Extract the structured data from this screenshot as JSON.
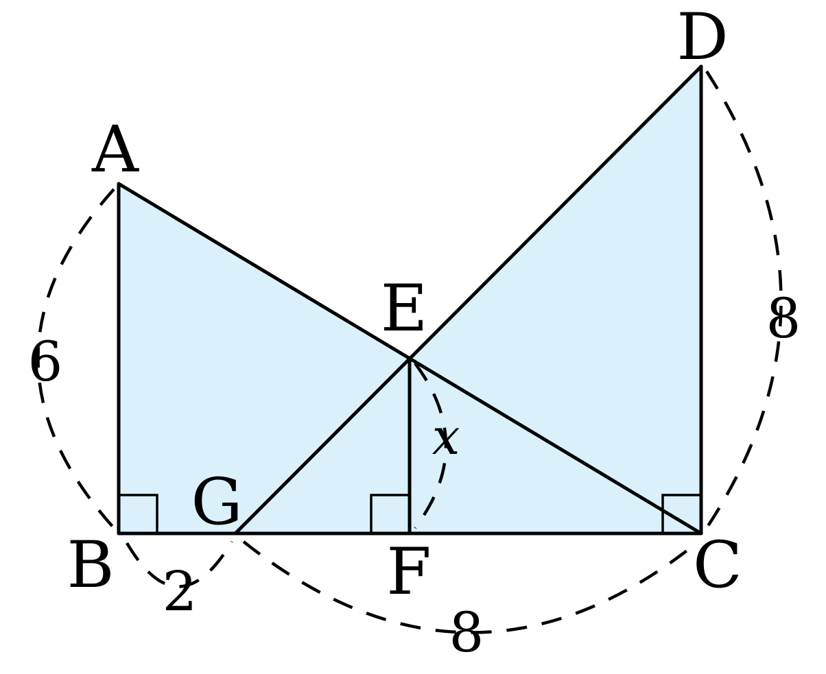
{
  "fill_color": "#daf1fc",
  "points": {
    "A": "A",
    "B": "B",
    "C": "C",
    "D": "D",
    "E": "E",
    "F": "F",
    "G": "G"
  },
  "measures": {
    "ab": "6",
    "bg": "2",
    "gc": "8",
    "dc": "8",
    "ef": "x"
  }
}
